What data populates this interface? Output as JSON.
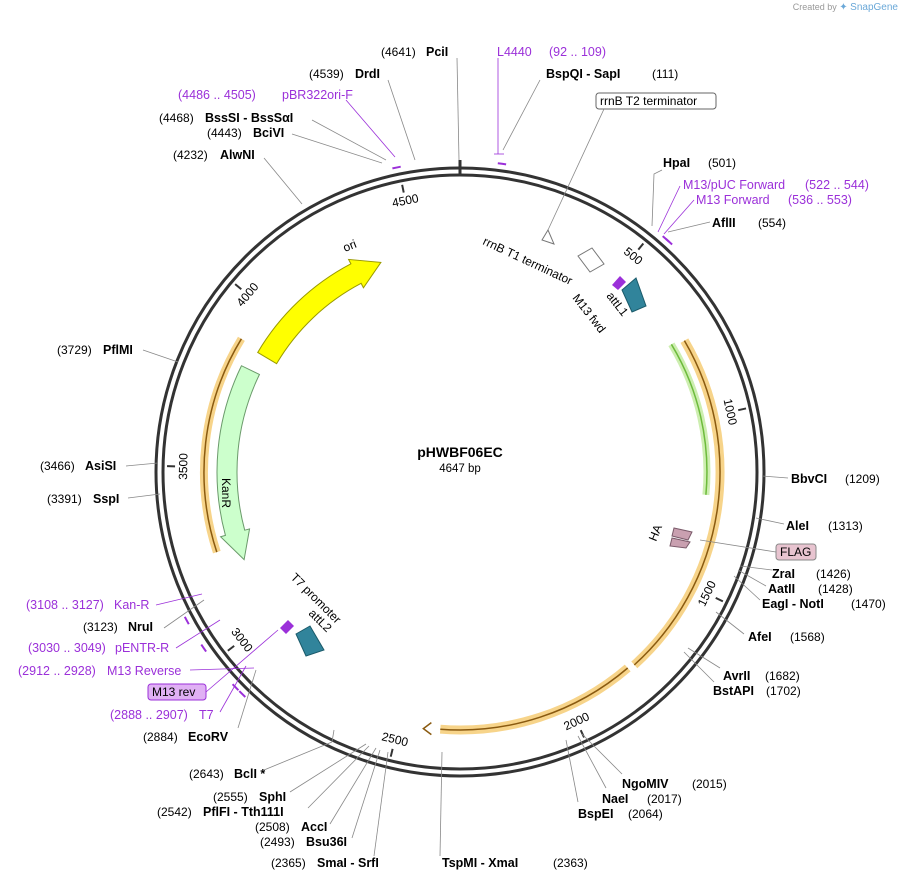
{
  "credit": {
    "prefix": "Created by",
    "brand": "SnapGene"
  },
  "plasmid": {
    "name": "pHWBF06EC",
    "length_label": "4647 bp",
    "length": 4647
  },
  "ticks": [
    {
      "pos": 500,
      "label": "500"
    },
    {
      "pos": 1000,
      "label": "1000"
    },
    {
      "pos": 1500,
      "label": "1500"
    },
    {
      "pos": 2000,
      "label": "2000"
    },
    {
      "pos": 2500,
      "label": "2500"
    },
    {
      "pos": 3000,
      "label": "3000"
    },
    {
      "pos": 3500,
      "label": "3500"
    },
    {
      "pos": 4000,
      "label": "4000"
    },
    {
      "pos": 4500,
      "label": "4500"
    }
  ],
  "sites": [
    {
      "key": "pcii",
      "name": "PciI",
      "pos": "(4641)"
    },
    {
      "key": "drdi",
      "name": "DrdI",
      "pos": "(4539)"
    },
    {
      "key": "bsssi",
      "name": "BssSI  -  BssSαI",
      "pos": "(4468)"
    },
    {
      "key": "bcivi",
      "name": "BciVI",
      "pos": "(4443)"
    },
    {
      "key": "alwni",
      "name": "AlwNI",
      "pos": "(4232)"
    },
    {
      "key": "pflmi",
      "name": "PflMI",
      "pos": "(3729)"
    },
    {
      "key": "asisi",
      "name": "AsiSI",
      "pos": "(3466)"
    },
    {
      "key": "sspi",
      "name": "SspI",
      "pos": "(3391)"
    },
    {
      "key": "nrui",
      "name": "NruI",
      "pos": "(3123)"
    },
    {
      "key": "ecorv",
      "name": "EcoRV",
      "pos": "(2884)"
    },
    {
      "key": "bcli",
      "name": "BclI *",
      "pos": "(2643)"
    },
    {
      "key": "sphi",
      "name": "SphI",
      "pos": "(2555)"
    },
    {
      "key": "pflfi",
      "name": "PflFI  -  Tth111I",
      "pos": "(2542)"
    },
    {
      "key": "acci",
      "name": "AccI",
      "pos": "(2508)"
    },
    {
      "key": "bsu36i",
      "name": "Bsu36I",
      "pos": "(2493)"
    },
    {
      "key": "smai",
      "name": "SmaI  -  SrfI",
      "pos": "(2365)"
    },
    {
      "key": "tspmi",
      "name": "TspMI  -  XmaI",
      "pos": "(2363)"
    },
    {
      "key": "bspei",
      "name": "BspEI",
      "pos": "(2064)"
    },
    {
      "key": "naei",
      "name": "NaeI",
      "pos": "(2017)"
    },
    {
      "key": "ngomiv",
      "name": "NgoMIV",
      "pos": "(2015)"
    },
    {
      "key": "bstapi",
      "name": "BstAPI",
      "pos": "(1702)"
    },
    {
      "key": "avrii",
      "name": "AvrII",
      "pos": "(1682)"
    },
    {
      "key": "afei",
      "name": "AfeI",
      "pos": "(1568)"
    },
    {
      "key": "eagi",
      "name": "EagI  -  NotI",
      "pos": "(1470)"
    },
    {
      "key": "aatii",
      "name": "AatII",
      "pos": "(1428)"
    },
    {
      "key": "zrai",
      "name": "ZraI",
      "pos": "(1426)"
    },
    {
      "key": "alei",
      "name": "AleI",
      "pos": "(1313)"
    },
    {
      "key": "bbvci",
      "name": "BbvCI",
      "pos": "(1209)"
    },
    {
      "key": "aflii",
      "name": "AflII",
      "pos": "(554)"
    },
    {
      "key": "hpai",
      "name": "HpaI",
      "pos": "(501)"
    },
    {
      "key": "bspqi",
      "name": "BspQI  -  SapI",
      "pos": "(111)"
    }
  ],
  "primers": [
    {
      "key": "l4440",
      "name": "L4440",
      "range": "(92 .. 109)"
    },
    {
      "key": "pbr322",
      "name": "pBR322ori-F",
      "range": "(4486 .. 4505)"
    },
    {
      "key": "m13puc",
      "name": "M13/pUC Forward",
      "range": "(522 .. 544)"
    },
    {
      "key": "m13fwd",
      "name": "M13 Forward",
      "range": "(536 .. 553)"
    },
    {
      "key": "kanr",
      "name": "Kan-R",
      "range": "(3108 .. 3127)"
    },
    {
      "key": "pentr",
      "name": "pENTR-R",
      "range": "(3030 .. 3049)"
    },
    {
      "key": "m13rev",
      "name": "M13 Reverse",
      "range": "(2912 .. 2928)"
    },
    {
      "key": "t7",
      "name": "T7",
      "range": "(2888 .. 2907)"
    }
  ],
  "features": {
    "ori": "ori",
    "kanr": "KanR",
    "rrnb_t1": "rrnB T1 terminator",
    "rrnb_t2": "rrnB T2 terminator",
    "m13_fwd": "M13 fwd",
    "attl1": "attL1",
    "ha": "HA",
    "flag": "FLAG",
    "t7_promoter": "T7 promoter",
    "attl2": "attL2",
    "m13_rev": "M13 rev"
  },
  "colors": {
    "backbone": "#333333",
    "ori": "#ffff00",
    "kanr": "#ccffcc",
    "orf_highlight": "#f7d48a",
    "att": "#31849b",
    "primer": "#9b30d9",
    "tag": "#c9a0b0",
    "cds_green": "#6dbb3c"
  }
}
